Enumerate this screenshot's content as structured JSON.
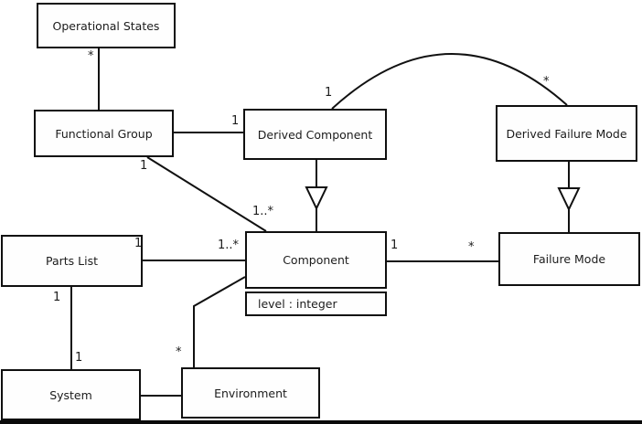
{
  "diagram": {
    "kind": "uml-class-diagram",
    "style": {
      "stroke": "#111111",
      "background": "#ffffff"
    },
    "nodes": {
      "operational_states": {
        "label": "Operational States"
      },
      "functional_group": {
        "label": "Functional Group"
      },
      "derived_component": {
        "label": "Derived Component"
      },
      "derived_failure_mode": {
        "label": "Derived Failure Mode"
      },
      "parts_list": {
        "label": "Parts List"
      },
      "component": {
        "label": "Component",
        "attributes": [
          "level : integer"
        ]
      },
      "failure_mode": {
        "label": "Failure Mode"
      },
      "system": {
        "label": "System"
      },
      "environment": {
        "label": "Environment"
      }
    },
    "edges": {
      "operational_states__functional_group": {
        "type": "association",
        "mult_near_operational_states": "*"
      },
      "functional_group__derived_component": {
        "type": "association",
        "mult_near_derived_component": "1"
      },
      "functional_group__component": {
        "type": "association",
        "mult_near_functional_group": "1",
        "mult_near_component": "1..*"
      },
      "derived_component__component": {
        "type": "generalization"
      },
      "derived_component__derived_failure_mode": {
        "type": "association",
        "mult_near_derived_component": "1",
        "mult_near_derived_failure_mode": "*"
      },
      "derived_failure_mode__failure_mode": {
        "type": "generalization"
      },
      "component__failure_mode": {
        "type": "association",
        "mult_near_component": "1",
        "mult_near_failure_mode": "*"
      },
      "parts_list__component": {
        "type": "association",
        "mult_near_parts_list": "1",
        "mult_near_component": "1..*"
      },
      "parts_list__system": {
        "type": "association",
        "mult_near_parts_list": "1",
        "mult_near_system": "1"
      },
      "system__environment": {
        "type": "association"
      },
      "environment__component": {
        "type": "association",
        "mult_near_environment": "*"
      }
    }
  }
}
